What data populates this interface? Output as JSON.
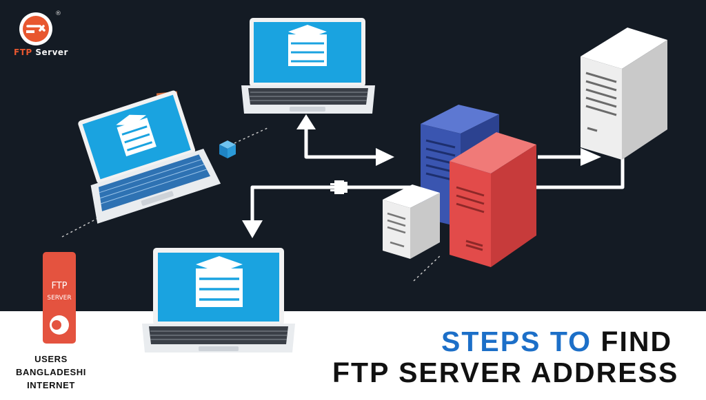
{
  "logo": {
    "text_accent": "FTP",
    "text_rest": " Server",
    "registered_mark": "®"
  },
  "badge": {
    "line1": "FTP",
    "line2": "SERVER"
  },
  "users_caption": {
    "line1": "USERS",
    "line2": "BANGLADESHI",
    "line3": "INTERNET"
  },
  "headline": {
    "line1_highlight": "STEPS TO",
    "line1_rest": " FIND",
    "line2": "FTP SERVER ADDRESS"
  },
  "colors": {
    "background_dark": "#141b24",
    "accent_blue": "#1c6fc8",
    "server_blue": "#3a55b0",
    "server_red": "#e24b4a",
    "server_white": "#eeeeee",
    "screen_blue": "#1aa3e0",
    "badge_orange": "#e4533f"
  },
  "icons": [
    "ftp-logo-icon",
    "laptop-icon",
    "server-icon",
    "document-icon",
    "cube-icon",
    "arrow-icon",
    "plug-connector-icon"
  ]
}
